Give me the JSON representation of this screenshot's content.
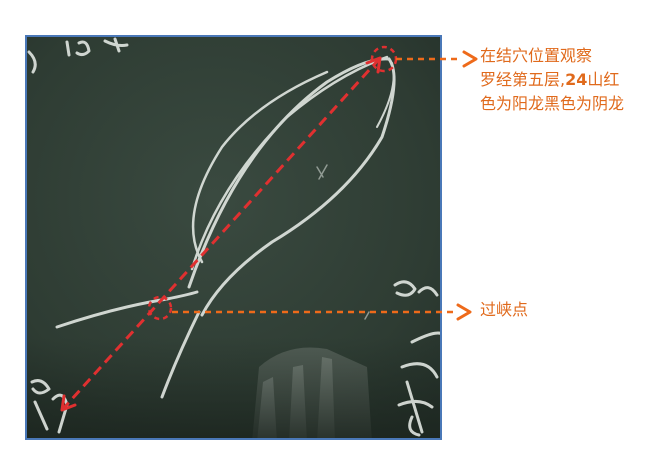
{
  "annotations": {
    "crave_note_line1": "在结穴位置观察",
    "crave_note_line2_a": "罗经第五层,",
    "crave_note_line2_b": "24",
    "crave_note_line2_c": "山红",
    "crave_note_line3": "色为阳龙黑色为阴龙",
    "gorge_note": "过峡点"
  },
  "colors": {
    "annotation_text": "#e06a1c",
    "annotation_arrow": "#ee6a1a",
    "axis_line": "#e03030",
    "frame_border": "#4a78b8",
    "chalkboard": "#2c3a31",
    "chalk": "#e6ebe6"
  },
  "icons": [
    "circle-marker-icon",
    "arrow-right-icon",
    "double-arrow-icon"
  ]
}
